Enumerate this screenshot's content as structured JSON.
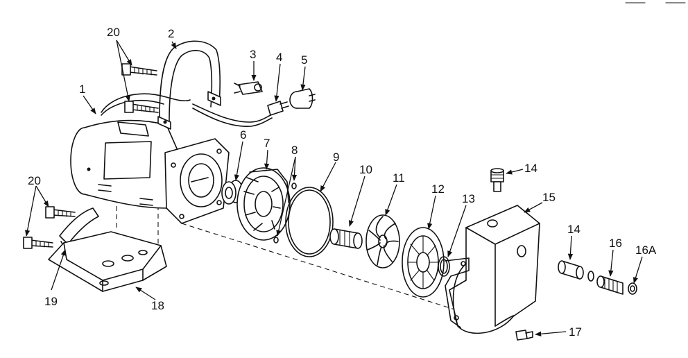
{
  "diagram": {
    "labels": {
      "p1": "1",
      "p2": "2",
      "p3": "3",
      "p4": "4",
      "p5": "5",
      "p6": "6",
      "p7": "7",
      "p8": "8",
      "p9": "9",
      "p10": "10",
      "p11": "11",
      "p12": "12",
      "p13": "13",
      "p14_top": "14",
      "p14_right": "14",
      "p15": "15",
      "p16": "16",
      "p16a": "16A",
      "p17": "17",
      "p18": "18",
      "p19": "19",
      "p20_top": "20",
      "p20_left": "20"
    }
  }
}
